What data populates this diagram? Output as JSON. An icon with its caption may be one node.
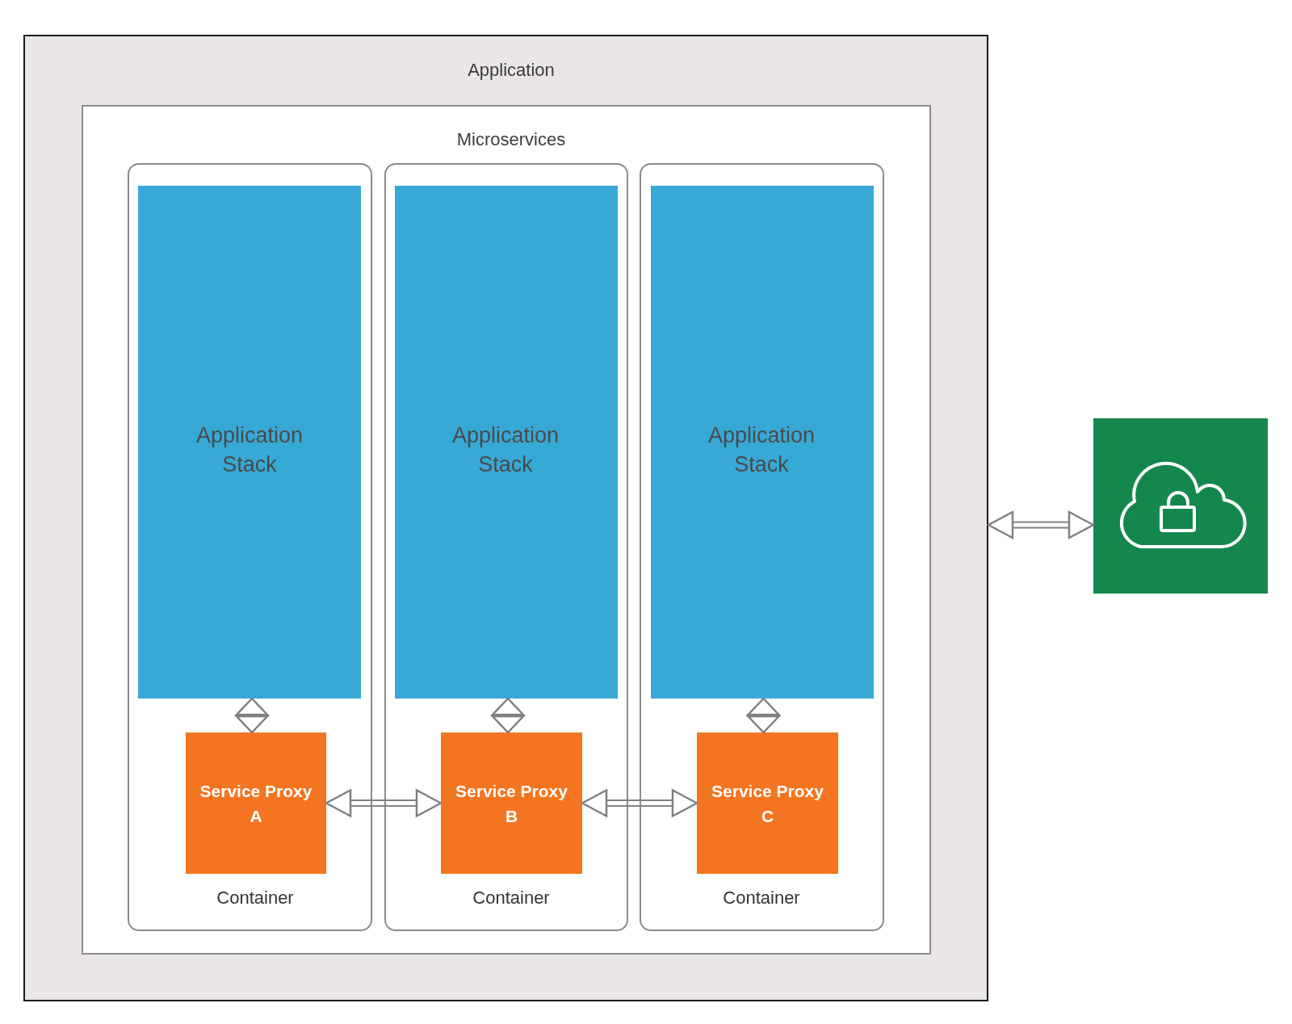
{
  "diagram": {
    "nodes": [
      {
        "text": [
          "Application"
        ]
      },
      {
        "text": [
          "Microservices"
        ],
        "in": 0
      },
      {
        "text": [
          "Container"
        ],
        "in": 1
      },
      {
        "text": [
          "Application Stack"
        ],
        "in": 2
      },
      {
        "text": [
          "Service Proxy A"
        ],
        "in": 2
      },
      {
        "text": [
          "Container"
        ],
        "in": 1
      },
      {
        "text": [
          "Application Stack"
        ],
        "in": 5
      },
      {
        "text": [
          "Service Proxy B"
        ],
        "in": 5
      },
      {
        "text": [
          "Container"
        ],
        "in": 1
      },
      {
        "text": [
          "Application Stack"
        ],
        "in": 8
      },
      {
        "text": [
          "Service Proxy C"
        ],
        "in": 8
      },
      {
        "text": [],
        "shape": "box"
      }
    ],
    "edges": [
      {
        "from": 3,
        "to": 4,
        "arrow": "both"
      },
      {
        "from": 6,
        "to": 7,
        "arrow": "both"
      },
      {
        "from": 9,
        "to": 10,
        "arrow": "both"
      },
      {
        "from": 4,
        "to": 7,
        "arrow": "both"
      },
      {
        "from": 7,
        "to": 10,
        "arrow": "both"
      },
      {
        "from": 0,
        "to": 11,
        "arrow": "both"
      }
    ]
  }
}
